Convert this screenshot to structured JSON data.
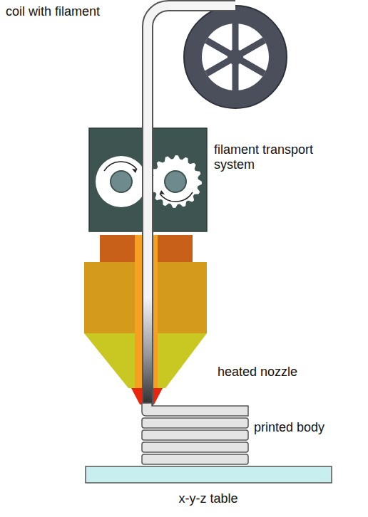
{
  "diagram": {
    "labels": [
      "coil with filament",
      "filament transport system",
      "heated nozzle",
      "printed body",
      "x-y-z table"
    ]
  }
}
